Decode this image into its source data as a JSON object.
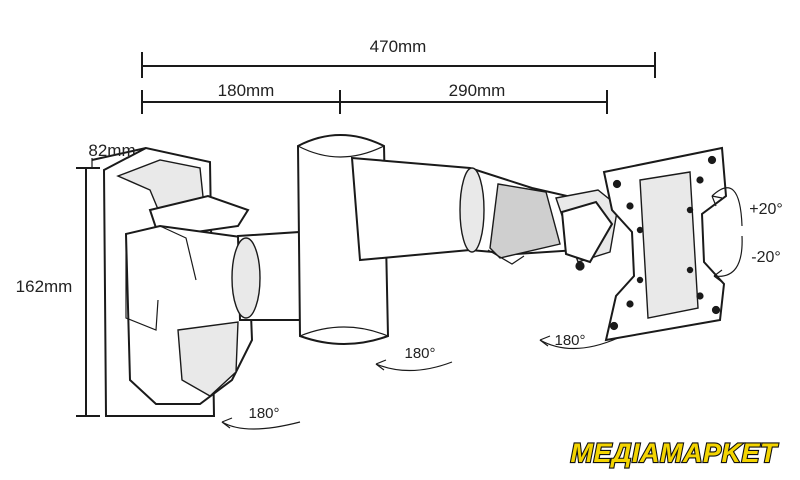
{
  "dimensions": {
    "total_width": "470mm",
    "arm1_length": "180mm",
    "arm2_length": "290mm",
    "plate_width": "82mm",
    "plate_height": "162mm"
  },
  "rotations": {
    "wall_swivel": "180°",
    "elbow_swivel": "180°",
    "head_swivel": "180°"
  },
  "tilt": {
    "up": "+20°",
    "down": "-20°"
  },
  "logo": {
    "text": "MEДIAMAPKET",
    "fill_color": "#f3d400",
    "outline_color": "#111111"
  }
}
